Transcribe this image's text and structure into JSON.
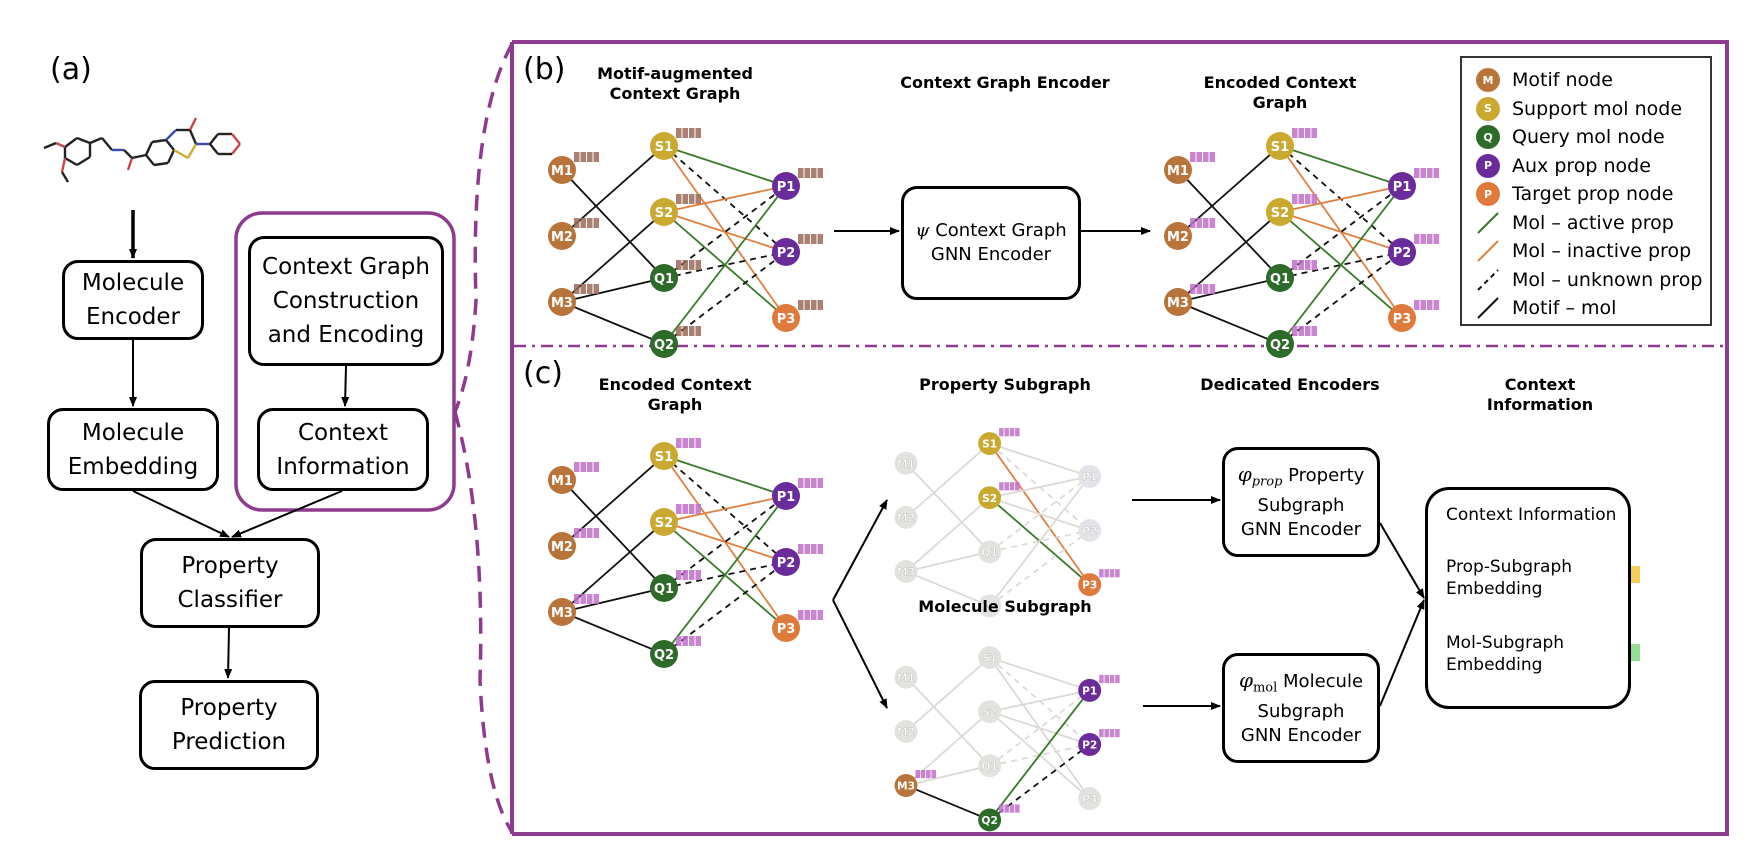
{
  "colors": {
    "accent_purple": "#8e3a8f",
    "motif": "#b8743a",
    "support": "#c9a930",
    "query": "#2e6b2a",
    "aux_prop": "#6a2c9a",
    "target_prop": "#e07a3c",
    "active_edge": "#3a7a2a",
    "inactive_edge": "#e08040",
    "faded": "#d8d6d2",
    "emb_brown": "#9a6a58",
    "emb_purple": "#c070c8",
    "emb_yellow": "#f0c840",
    "emb_green": "#80d880"
  },
  "panel_a": {
    "label": "(a)",
    "boxes": {
      "molecule_encoder": "Molecule\nEncoder",
      "molecule_embedding": "Molecule\nEmbedding",
      "context_construction": "Context Graph\nConstruction\nand Encoding",
      "context_information": "Context\nInformation",
      "property_classifier": "Property\nClassifier",
      "property_prediction": "Property\nPrediction"
    }
  },
  "panel_b": {
    "label": "(b)",
    "titles": {
      "motif_graph": "Motif-augmented\nContext Graph",
      "encoder": "Context Graph Encoder",
      "encoded_graph": "Encoded Context Graph"
    },
    "encoder_box": {
      "symbol": "ψ",
      "text": "Context Graph\nGNN Encoder"
    }
  },
  "legend": {
    "items": [
      {
        "glyph": "M",
        "label": "Motif node",
        "kind": "motif"
      },
      {
        "glyph": "S",
        "label": "Support mol node",
        "kind": "support"
      },
      {
        "glyph": "Q",
        "label": "Query mol node",
        "kind": "query"
      },
      {
        "glyph": "P",
        "label": "Aux prop node",
        "kind": "aux"
      },
      {
        "glyph": "P",
        "label": "Target prop node",
        "kind": "target"
      },
      {
        "glyph": "",
        "label": "Mol – active prop",
        "kind": "active"
      },
      {
        "glyph": "",
        "label": "Mol – inactive prop",
        "kind": "inactive"
      },
      {
        "glyph": "",
        "label": "Mol – unknown prop",
        "kind": "unknown"
      },
      {
        "glyph": "",
        "label": "Motif – mol",
        "kind": "motifmol"
      }
    ]
  },
  "panel_c": {
    "label": "(c)",
    "titles": {
      "encoded_graph": "Encoded Context Graph",
      "property_subgraph": "Property Subgraph",
      "molecule_subgraph": "Molecule Subgraph",
      "dedicated_encoders": "Dedicated Encoders",
      "context_information": "Context Information"
    },
    "prop_encoder": {
      "symbol": "φ",
      "sub": "prop",
      "text": "Property\nSubgraph\nGNN Encoder"
    },
    "mol_encoder": {
      "symbol": "φ",
      "sub": "mol",
      "text": "Molecule\nSubgraph\nGNN Encoder"
    },
    "context_info": {
      "title": "Context Information",
      "prop_label": "Prop-Subgraph\nEmbedding",
      "prop_node": "P3",
      "mol_label": "Mol-Subgraph\nEmbedding",
      "mol_node": "Q2"
    }
  },
  "graph": {
    "nodes": [
      {
        "id": "M1",
        "type": "motif"
      },
      {
        "id": "M2",
        "type": "motif"
      },
      {
        "id": "M3",
        "type": "motif"
      },
      {
        "id": "S1",
        "type": "support"
      },
      {
        "id": "S2",
        "type": "support"
      },
      {
        "id": "Q1",
        "type": "query"
      },
      {
        "id": "Q2",
        "type": "query"
      },
      {
        "id": "P1",
        "type": "aux"
      },
      {
        "id": "P2",
        "type": "aux"
      },
      {
        "id": "P3",
        "type": "target"
      }
    ],
    "edges": [
      {
        "from": "M1",
        "to": "Q1",
        "kind": "motifmol"
      },
      {
        "from": "M2",
        "to": "S1",
        "kind": "motifmol"
      },
      {
        "from": "M3",
        "to": "S2",
        "kind": "motifmol"
      },
      {
        "from": "M3",
        "to": "Q1",
        "kind": "motifmol"
      },
      {
        "from": "M3",
        "to": "Q2",
        "kind": "motifmol"
      },
      {
        "from": "S1",
        "to": "P1",
        "kind": "active"
      },
      {
        "from": "S1",
        "to": "P3",
        "kind": "inactive"
      },
      {
        "from": "S1",
        "to": "P2",
        "kind": "unknown"
      },
      {
        "from": "S2",
        "to": "P1",
        "kind": "inactive"
      },
      {
        "from": "S2",
        "to": "P2",
        "kind": "inactive"
      },
      {
        "from": "S2",
        "to": "P3",
        "kind": "active"
      },
      {
        "from": "Q1",
        "to": "P1",
        "kind": "unknown"
      },
      {
        "from": "Q1",
        "to": "P2",
        "kind": "unknown"
      },
      {
        "from": "Q2",
        "to": "P1",
        "kind": "active"
      },
      {
        "from": "Q2",
        "to": "P2",
        "kind": "unknown"
      }
    ],
    "property_subgraph_active": [
      "S1",
      "S2",
      "P3"
    ],
    "molecule_subgraph_active": [
      "M3",
      "Q2",
      "P1",
      "P2"
    ]
  }
}
